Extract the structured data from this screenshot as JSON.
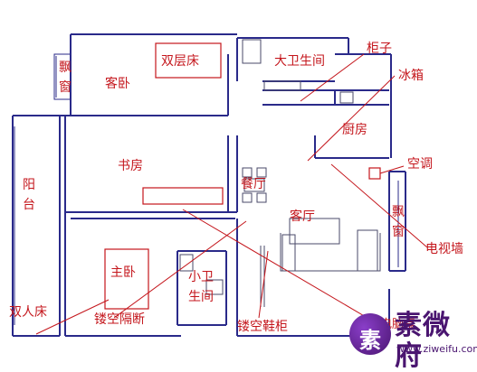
{
  "labels": {
    "bay_window_left": "飘窗",
    "guest_bedroom": "客卧",
    "bunk_bed": "双层床",
    "big_bathroom": "大卫生间",
    "cabinet": "柜子",
    "fridge": "冰箱",
    "kitchen": "厨房",
    "air_conditioner": "空调",
    "balcony": "阳台",
    "study": "书房",
    "dining": "餐厅",
    "living": "客厅",
    "bay_window_right": "飘窗",
    "tv_wall": "电视墙",
    "master_bedroom": "主卧",
    "small_bathroom": "小卫生间",
    "double_bed": "双人床",
    "hollow_partition": "镂空隔断",
    "hollow_shoe_cabinet": "镂空鞋柜",
    "two_computer_desks": "两个电脑桌"
  },
  "logo": {
    "mark": "素",
    "brand": "素微府",
    "url": "www.ziweifu.com"
  },
  "colors": {
    "wall": "#2a2a8a",
    "label": "#c4161c",
    "leader": "#c4161c",
    "logo": "#4a1570"
  }
}
